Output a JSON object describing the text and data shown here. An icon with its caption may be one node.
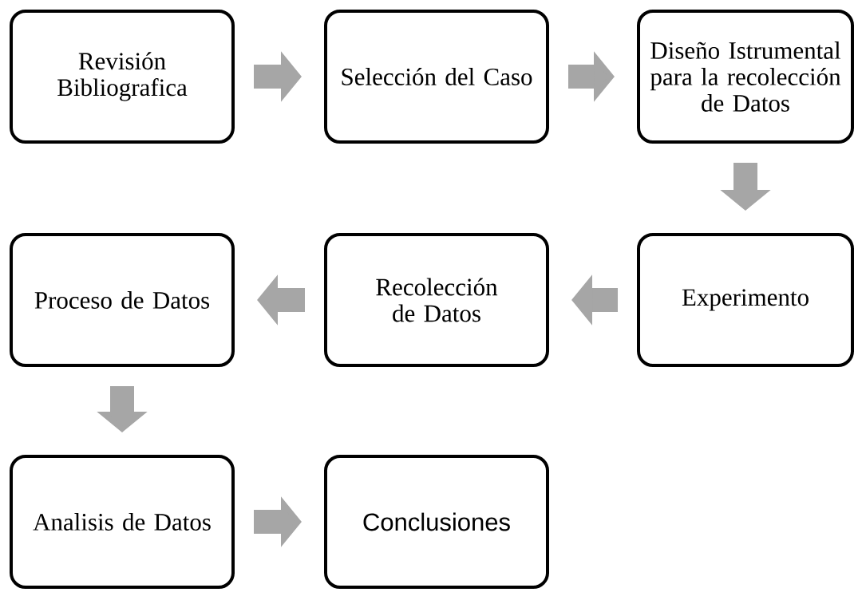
{
  "diagram": {
    "nodes": [
      {
        "text": [
          "Revisión Bibliografica"
        ]
      },
      {
        "text": [
          "Selección del Caso"
        ]
      },
      {
        "text": [
          "Diseño Istrumental para la recolección de Datos"
        ]
      },
      {
        "text": [
          "Proceso de Datos"
        ]
      },
      {
        "text": [
          "Recolección de Datos"
        ]
      },
      {
        "text": [
          "Experimento"
        ]
      },
      {
        "text": [
          "Analisis de Datos"
        ]
      },
      {
        "text": [
          "Conclusiones"
        ]
      }
    ],
    "edges": [
      {
        "from": 0,
        "to": 1,
        "arrow": "to"
      },
      {
        "from": 1,
        "to": 2,
        "arrow": "to"
      },
      {
        "from": 2,
        "to": 5,
        "arrow": "to"
      },
      {
        "from": 5,
        "to": 4,
        "arrow": "to"
      },
      {
        "from": 4,
        "to": 3,
        "arrow": "to"
      },
      {
        "from": 3,
        "to": 6,
        "arrow": "to"
      },
      {
        "from": 6,
        "to": 7,
        "arrow": "to"
      }
    ]
  }
}
